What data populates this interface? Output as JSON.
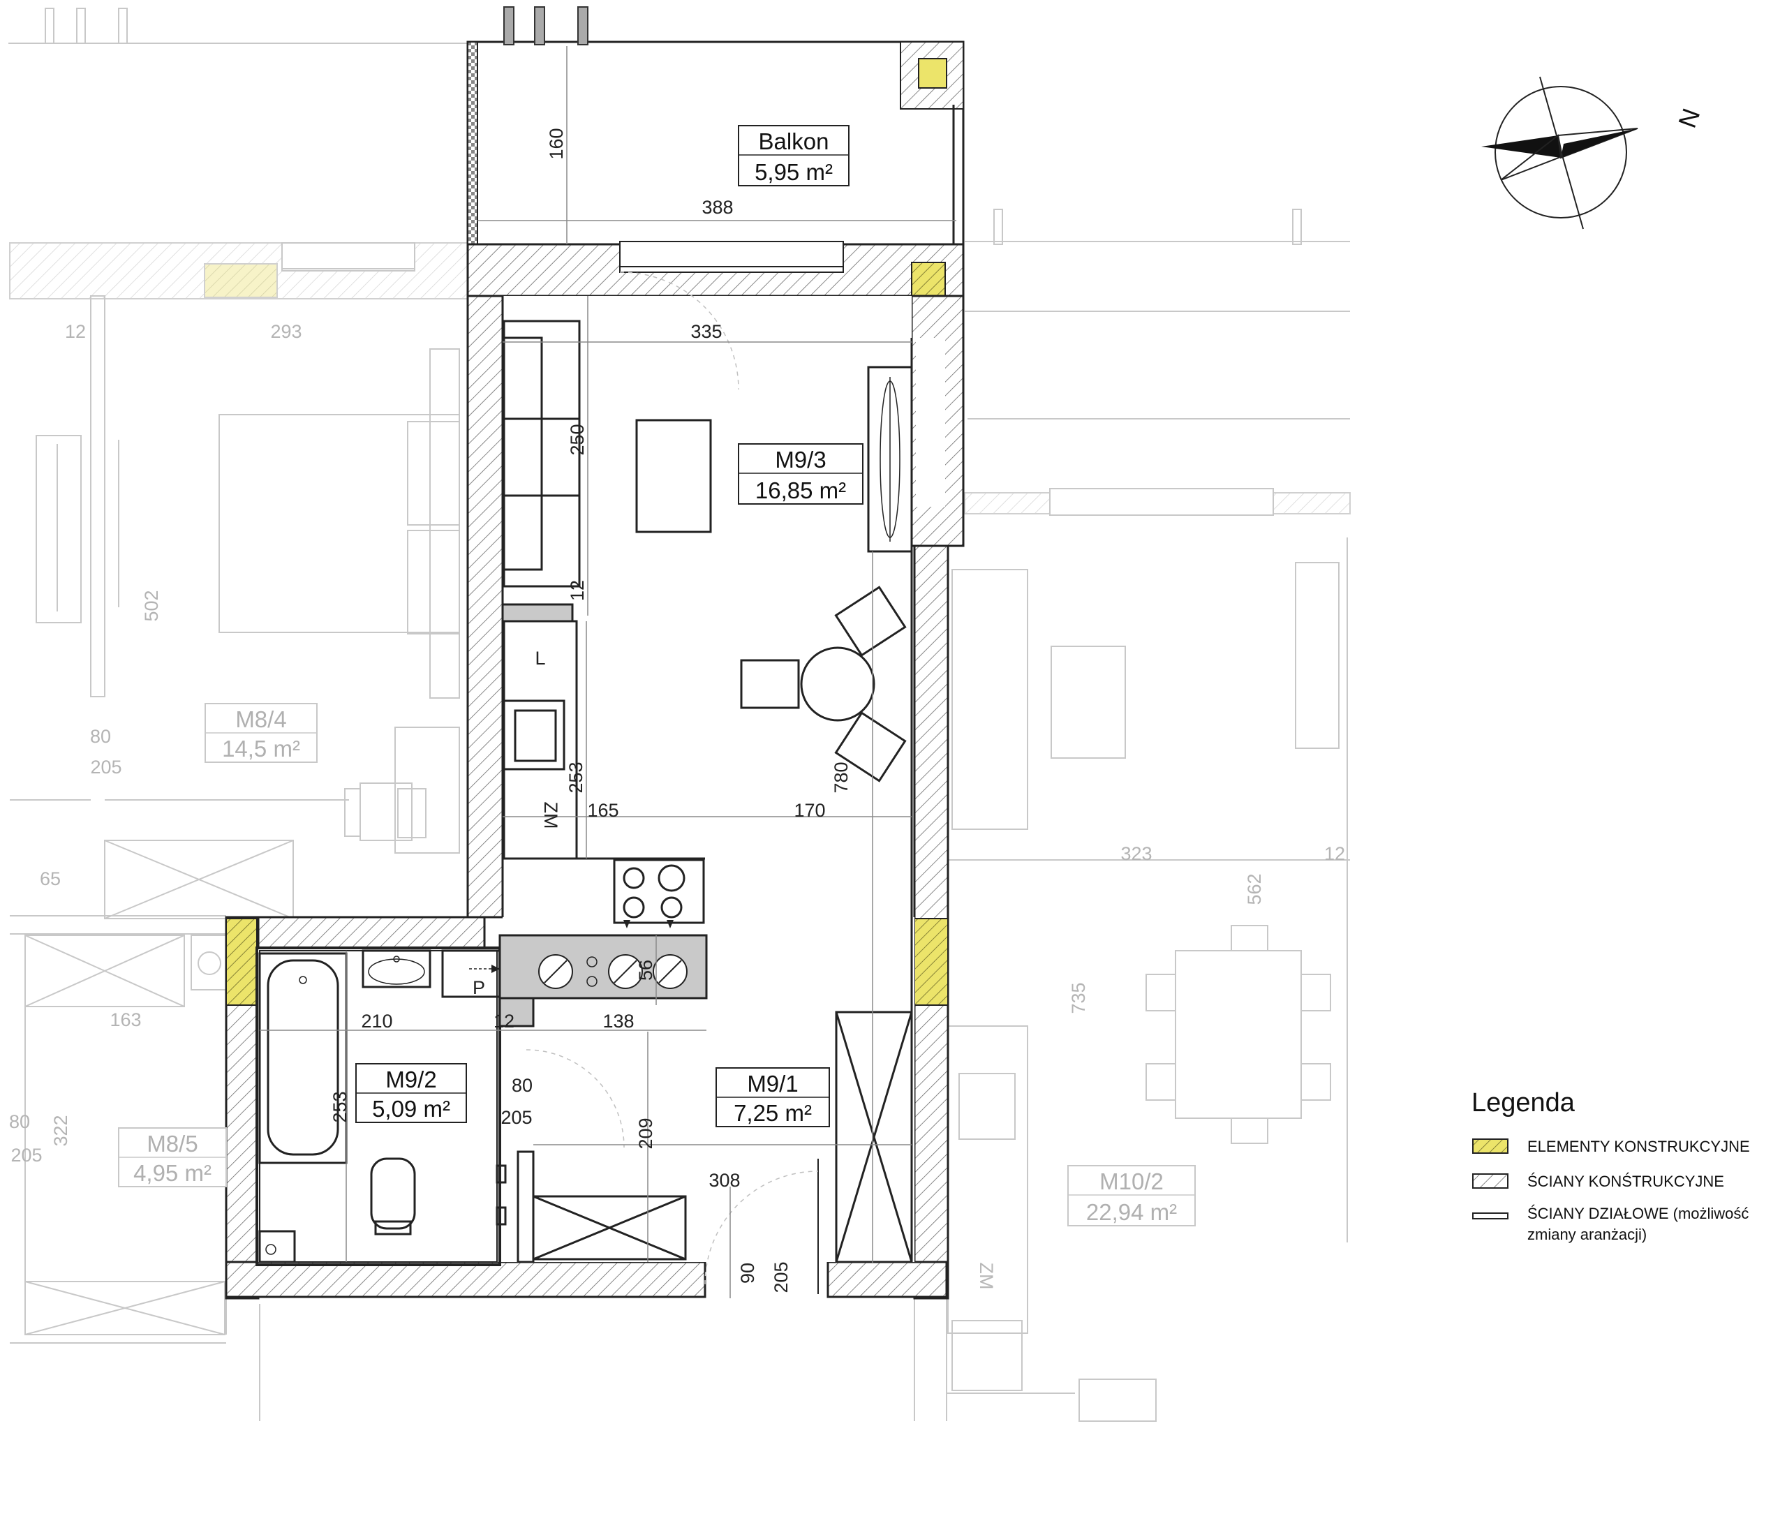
{
  "rooms": {
    "balkon": {
      "name": "Balkon",
      "area": "5,95 m²"
    },
    "m9_3": {
      "name": "M9/3",
      "area": "16,85 m²"
    },
    "m9_2": {
      "name": "M9/2",
      "area": "5,09 m²"
    },
    "m9_1": {
      "name": "M9/1",
      "area": "7,25 m²"
    },
    "m8_4": {
      "name": "M8/4",
      "area": "14,5 m²"
    },
    "m8_5": {
      "name": "M8/5",
      "area": "4,95 m²"
    },
    "m10_2": {
      "name": "M10/2",
      "area": "22,94 m²"
    }
  },
  "dimensions": {
    "balcony_depth": "160",
    "balcony_width": "388",
    "living_width": "335",
    "sofa_length": "250",
    "wall_thin": "12",
    "kitchen_length": "253",
    "hall_165": "165",
    "hall_170": "170",
    "apartment_length": "780",
    "kitchen_depth": "56",
    "bath_width": "210",
    "hall_138": "138",
    "door_w": "80",
    "door_h": "205",
    "bath_length": "253",
    "hall_height": "209",
    "hall_308": "308",
    "entry_w": "90",
    "entry_h": "205"
  },
  "ghost_dimensions": {
    "left_12": "12",
    "left_293": "293",
    "left_502": "502",
    "left_80": "80",
    "left_205": "205",
    "left_65": "65",
    "left_163": "163",
    "left_322": "322",
    "left_80b": "80",
    "left_205b": "205",
    "right_323": "323",
    "right_12": "12",
    "right_562": "562",
    "right_735": "735"
  },
  "fixtures": {
    "fridge_label": "L",
    "zm_label": "ZM",
    "zm_label_2": "ZM",
    "p_label": "P"
  },
  "compass": {
    "label": "N"
  },
  "legend": {
    "title": "Legenda",
    "items": [
      {
        "label": "ELEMENTY KONSTRUKCYJNE",
        "swatch_color": "#ece46a"
      },
      {
        "label": "ŚCIANY KONŚTRUKCYJNE",
        "swatch_color": "#ffffff"
      },
      {
        "label": "ŚCIANY DZIAŁOWE (możliwość",
        "label_line2": "zmiany aranżacji)",
        "swatch_color": "#ffffff"
      }
    ]
  },
  "colors": {
    "structural_fill": "#ece46a",
    "wall_line": "#222222",
    "ghost_line": "#c8c8c8",
    "kitchen_counter": "#c9c9c9"
  }
}
